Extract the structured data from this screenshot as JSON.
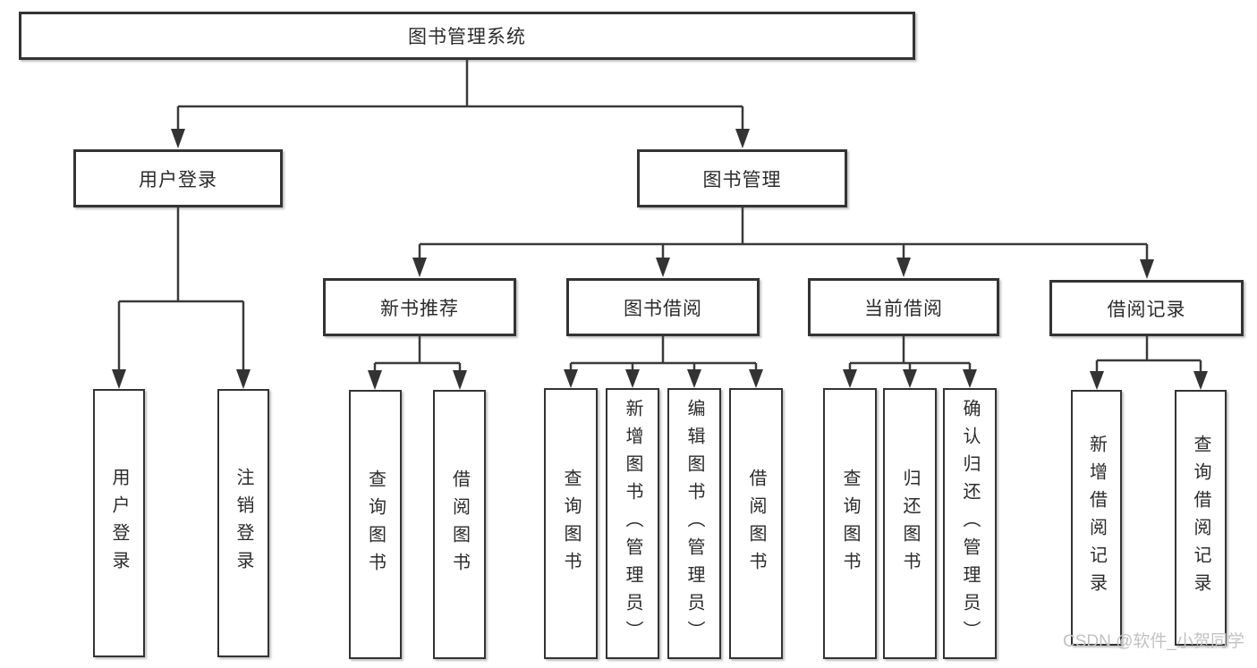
{
  "colors": {
    "line": "#3a3a3a",
    "border": "#333333",
    "text": "#2b2b2b",
    "box_bg": "#ffffff",
    "watermark_color": "#c2c2c2"
  },
  "watermark": "CSDN @软件_小贺同学",
  "tree": {
    "root": {
      "label": "图书管理系统"
    },
    "children": [
      {
        "label": "用户登录",
        "children": [
          {
            "label": "用户登录"
          },
          {
            "label": "注销登录"
          }
        ]
      },
      {
        "label": "图书管理",
        "children": [
          {
            "label": "新书推荐",
            "children": [
              {
                "label": "查询图书"
              },
              {
                "label": "借阅图书"
              }
            ]
          },
          {
            "label": "图书借阅",
            "children": [
              {
                "label": "查询图书"
              },
              {
                "label": "新增图书（管理员）"
              },
              {
                "label": "编辑图书（管理员）"
              },
              {
                "label": "借阅图书"
              }
            ]
          },
          {
            "label": "当前借阅",
            "children": [
              {
                "label": "查询图书"
              },
              {
                "label": "归还图书"
              },
              {
                "label": "确认归还（管理员）"
              }
            ]
          },
          {
            "label": "借阅记录",
            "children": [
              {
                "label": "新增借阅记录"
              },
              {
                "label": "查询借阅记录"
              }
            ]
          }
        ]
      }
    ]
  }
}
